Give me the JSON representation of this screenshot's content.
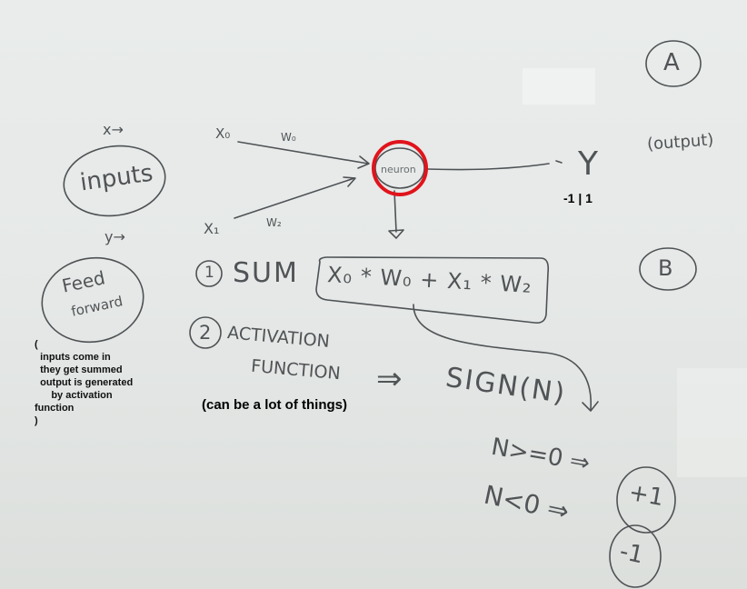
{
  "whiteboard": {
    "x_arrow": "x→",
    "y_arrow": "y→",
    "inputs": "inputs",
    "feed": "Feed",
    "forward": "forward",
    "x0": "X₀",
    "x1": "X₁",
    "w0": "W₀",
    "w2": "W₂",
    "neuron": "neuron",
    "y": "Y",
    "output": "(output)",
    "circle_a": "A",
    "circle_b": "B",
    "step1_num": "1",
    "step1_label": "SUM",
    "formula": "X₀ * W₀ + X₁ * W₂",
    "step2_num": "2",
    "step2_label_a": "ACTIVATION",
    "step2_label_b": "FUNCTION",
    "implies": "⇒",
    "sign": "SIGN(N)",
    "rule1": "N>=0 ⇒",
    "rule1_result": "+1",
    "rule2": "N<0 ⇒",
    "rule2_result": "-1"
  },
  "annotations": {
    "output_range": "-1 | 1",
    "activation_note": "(can be a lot of things)",
    "feedforward_note": "(\n  inputs come in\n  they get summed\n  output is generated\n      by activation\nfunction\n)"
  },
  "colors": {
    "highlight_circle": "#e0141c",
    "marker_ink": "#4e5254"
  }
}
